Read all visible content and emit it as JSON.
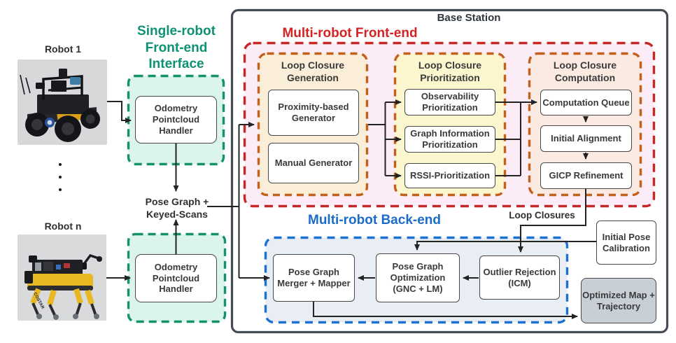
{
  "colors": {
    "teal_accent": "#129070",
    "red_accent": "#d02828",
    "orange_accent": "#c2611b",
    "blue_accent": "#1d71d1",
    "base_station_border": "#454c55",
    "single_robot_fill": "#dcf5ec",
    "front_end_fill": "#fbecf7",
    "generation_fill": "#faeed8",
    "prioritization_fill": "#fbf6cd",
    "computation_fill": "#faeae1",
    "back_end_fill": "#e9eef5",
    "optimized_map_fill": "#c9cfd6"
  },
  "left": {
    "robot1_label": "Robot 1",
    "robot_n_label": "Robot n",
    "robot_n_marking": "COSTAR",
    "single_robot_title": "Single-robot\nFront-end\nInterface",
    "odometry_handler_top": "Odometry\nPointcloud\nHandler",
    "odometry_handler_bottom": "Odometry\nPointcloud\nHandler",
    "pose_graph_label": "Pose Graph +\nKeyed-Scans"
  },
  "base_station": {
    "title": "Base Station",
    "front_end": {
      "title": "Multi-robot Front-end",
      "generation": {
        "title": "Loop Closure\nGeneration",
        "boxes": [
          "Proximity-based\nGenerator",
          "Manual Generator"
        ]
      },
      "prioritization": {
        "title": "Loop Closure\nPrioritization",
        "boxes": [
          "Observability\nPrioritization",
          "Graph Information\nPrioritization",
          "RSSI-Prioritization"
        ]
      },
      "computation": {
        "title": "Loop Closure\nComputation",
        "boxes": [
          "Computation Queue",
          "Initial Alignment",
          "GICP Refinement"
        ]
      }
    },
    "back_end": {
      "title": "Multi-robot Back-end",
      "merger": "Pose Graph\nMerger + Mapper",
      "optimization": "Pose Graph\nOptimization\n(GNC + LM)",
      "outlier": "Outlier Rejection\n(ICM)"
    },
    "loop_closures_label": "Loop Closures",
    "initial_pose_calibration": "Initial Pose\nCalibration",
    "optimized_map": "Optimized Map +\nTrajectory"
  }
}
